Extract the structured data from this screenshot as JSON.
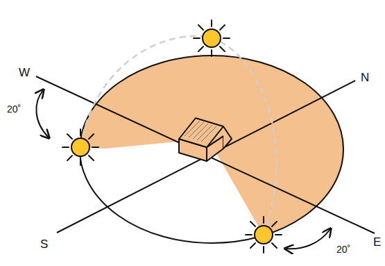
{
  "diagram": {
    "labels": [
      "W",
      "N",
      "20˚",
      "S",
      "E",
      "20˚"
    ]
  }
}
